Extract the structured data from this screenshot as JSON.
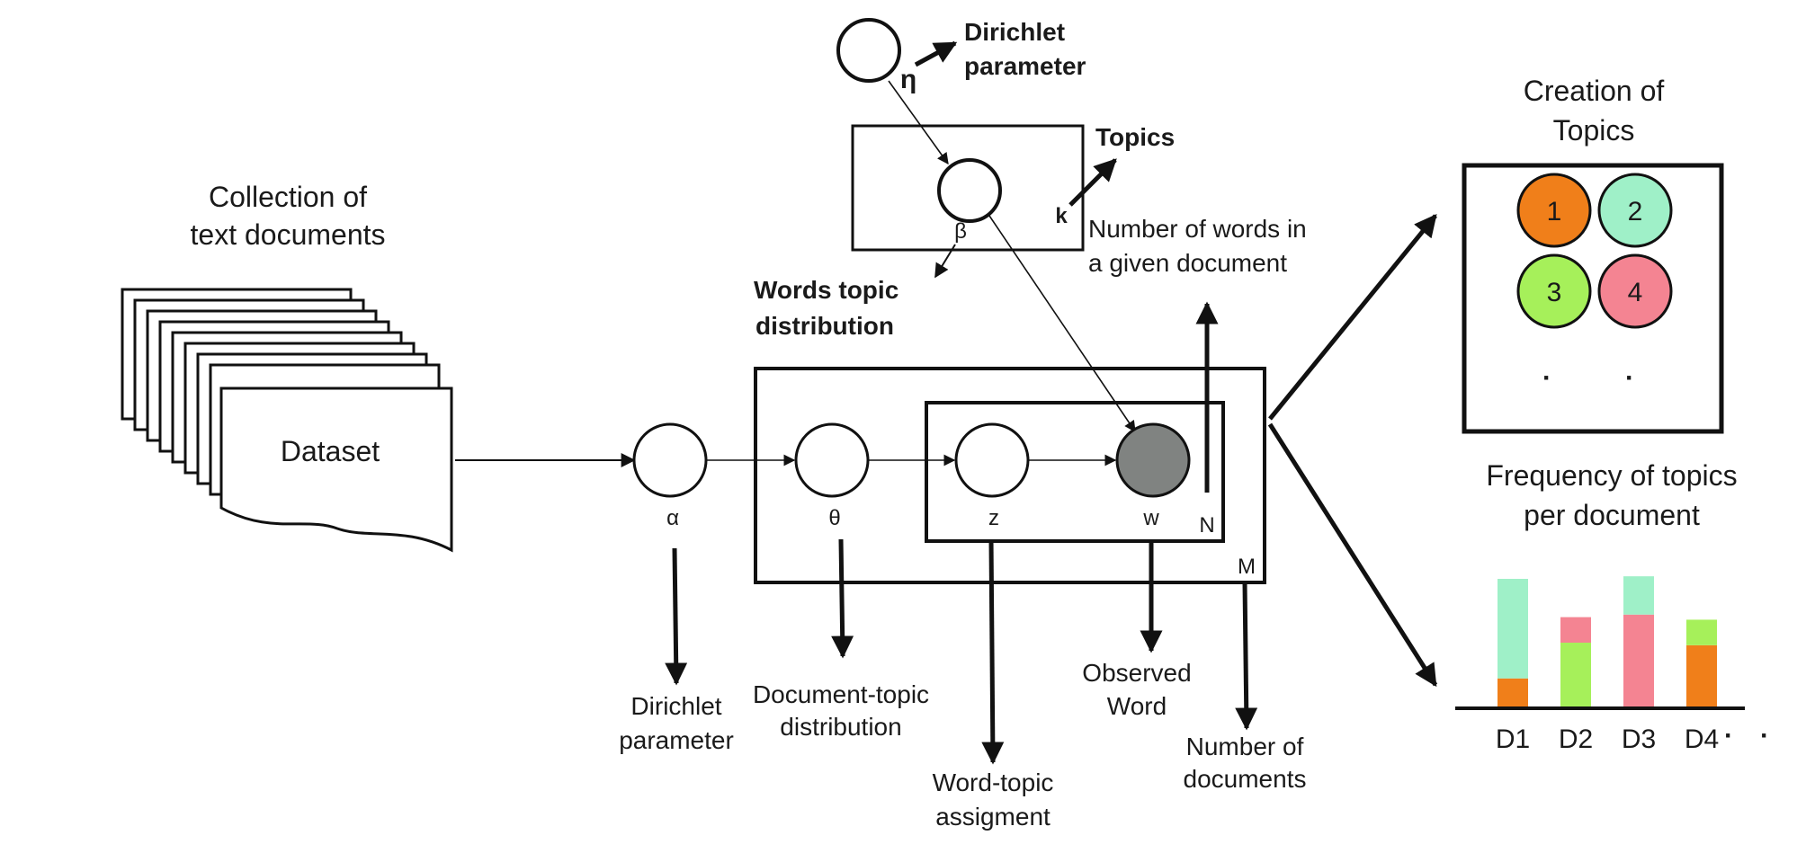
{
  "collection": {
    "title_line1": "Collection of",
    "title_line2": "text documents",
    "dataset_label": "Dataset"
  },
  "nodes": {
    "eta": "η",
    "beta": "β",
    "k": "k",
    "alpha": "α",
    "theta": "θ",
    "z": "z",
    "w": "w",
    "N": "N",
    "M": "M"
  },
  "labels": {
    "dirichlet_top_1": "Dirichlet",
    "dirichlet_top_2": "parameter",
    "topics": "Topics",
    "num_words_1": "Number of words in",
    "num_words_2": "a given document",
    "words_topic_1": "Words topic",
    "words_topic_2": "distribution",
    "dirichlet_alpha_1": "Dirichlet",
    "dirichlet_alpha_2": "parameter",
    "doc_topic_1": "Document-topic",
    "doc_topic_2": "distribution",
    "word_topic_1": "Word-topic",
    "word_topic_2": "assigment",
    "observed_1": "Observed",
    "observed_2": "Word",
    "num_docs_1": "Number of",
    "num_docs_2": "documents"
  },
  "topics_panel": {
    "title_line1": "Creation of",
    "title_line2": "Topics",
    "topics": [
      {
        "label": "1",
        "color": "#f07f1a"
      },
      {
        "label": "2",
        "color": "#9ff0c8"
      },
      {
        "label": "3",
        "color": "#a6f05a"
      },
      {
        "label": "4",
        "color": "#f48492"
      }
    ],
    "ellipsis": "·"
  },
  "frequency_panel": {
    "title_line1": "Frequency of topics",
    "title_line2": "per document",
    "ellipsis": "·"
  },
  "chart_data": {
    "type": "bar",
    "stacked": true,
    "categories": [
      "D1",
      "D2",
      "D3",
      "D4"
    ],
    "series": [
      {
        "color": "#f07f1a",
        "values": [
          0.22,
          0,
          0,
          0.48
        ]
      },
      {
        "color": "#a6f05a",
        "values": [
          0,
          0.5,
          0,
          0.2
        ]
      },
      {
        "color": "#f48492",
        "values": [
          0,
          0.2,
          0.72,
          0
        ]
      },
      {
        "color": "#9ff0c8",
        "values": [
          0.78,
          0,
          0.3,
          0
        ]
      }
    ],
    "ylim": [
      0,
      1
    ],
    "grid": false
  }
}
